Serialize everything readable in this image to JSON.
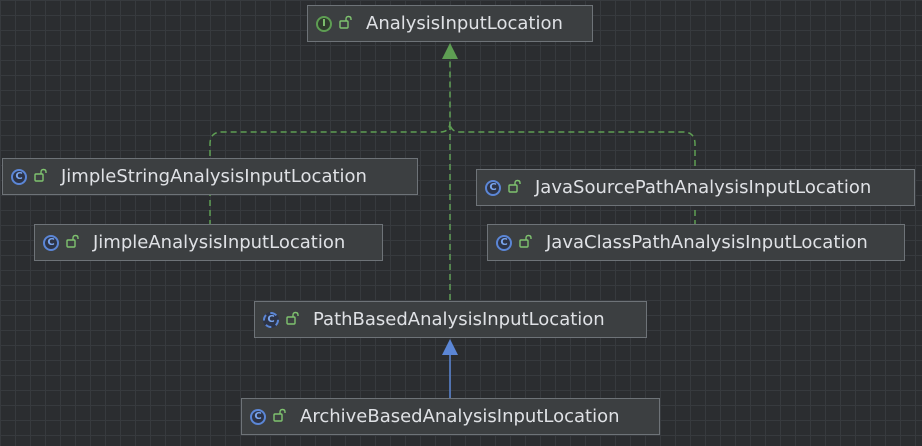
{
  "colors": {
    "implements_edge": "#5e9e53",
    "extends_edge": "#5b86d6",
    "lock_icon": "#7fc36f"
  },
  "nodes": [
    {
      "id": "analysis",
      "name": "AnalysisInputLocation",
      "kind": "interface",
      "icon": "interface-icon",
      "visibility_icon": "unlock-icon"
    },
    {
      "id": "jimple_string",
      "name": "JimpleStringAnalysisInputLocation",
      "kind": "class",
      "icon": "class-icon",
      "visibility_icon": "unlock-icon"
    },
    {
      "id": "jimple",
      "name": "JimpleAnalysisInputLocation",
      "kind": "class",
      "icon": "class-icon",
      "visibility_icon": "unlock-icon"
    },
    {
      "id": "java_source",
      "name": "JavaSourcePathAnalysisInputLocation",
      "kind": "class",
      "icon": "class-icon",
      "visibility_icon": "unlock-icon"
    },
    {
      "id": "java_class",
      "name": "JavaClassPathAnalysisInputLocation",
      "kind": "class",
      "icon": "class-icon",
      "visibility_icon": "unlock-icon"
    },
    {
      "id": "path_based",
      "name": "PathBasedAnalysisInputLocation",
      "kind": "abstract",
      "icon": "abstract-class-icon",
      "visibility_icon": "unlock-icon"
    },
    {
      "id": "archive_based",
      "name": "ArchiveBasedAnalysisInputLocation",
      "kind": "class",
      "icon": "class-icon",
      "visibility_icon": "unlock-icon"
    }
  ],
  "edges": [
    {
      "from": "jimple",
      "to": "analysis",
      "relation": "implements"
    },
    {
      "from": "java_class",
      "to": "analysis",
      "relation": "implements"
    },
    {
      "from": "path_based",
      "to": "analysis",
      "relation": "implements"
    },
    {
      "from": "archive_based",
      "to": "path_based",
      "relation": "extends"
    }
  ]
}
